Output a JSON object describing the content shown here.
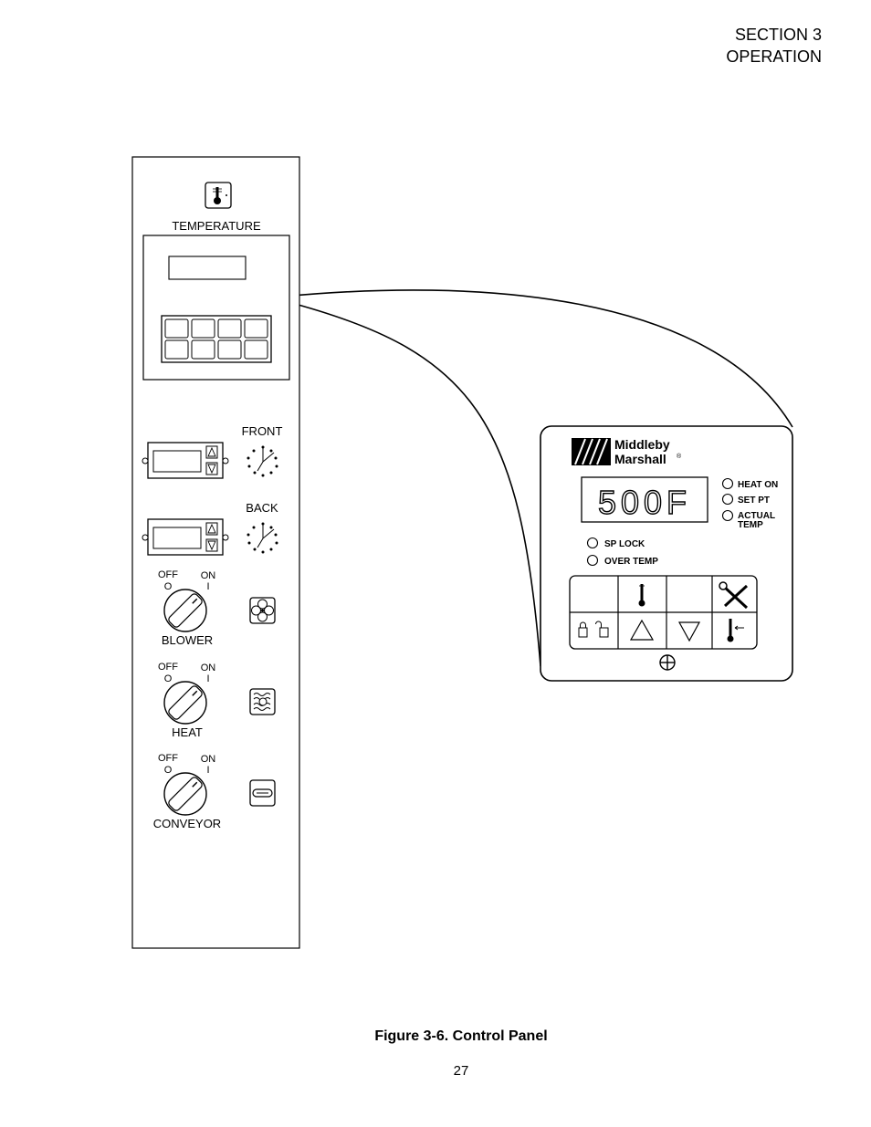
{
  "header": {
    "section": "SECTION 3",
    "title": "OPERATION"
  },
  "left_panel": {
    "temperature_label": "TEMPERATURE",
    "front_label": "FRONT",
    "back_label": "BACK",
    "switches": [
      {
        "off": "OFF",
        "on": "ON",
        "off_symbol": "O",
        "on_symbol": "I",
        "label": "BLOWER",
        "icon": "fan-icon"
      },
      {
        "off": "OFF",
        "on": "ON",
        "off_symbol": "O",
        "on_symbol": "I",
        "label": "HEAT",
        "icon": "heat-icon"
      },
      {
        "off": "OFF",
        "on": "ON",
        "off_symbol": "O",
        "on_symbol": "I",
        "label": "CONVEYOR",
        "icon": "conveyor-icon"
      }
    ]
  },
  "controller": {
    "brand_line1": "Middleby",
    "brand_line2": "Marshall",
    "brand_mark": "®",
    "display_value": "500F",
    "indicators": [
      "HEAT ON",
      "SET PT",
      "ACTUAL",
      "TEMP"
    ],
    "lower_indicators": [
      "SP LOCK",
      "OVER TEMP"
    ]
  },
  "caption": "Figure 3-6. Control Panel",
  "page_number": "27"
}
